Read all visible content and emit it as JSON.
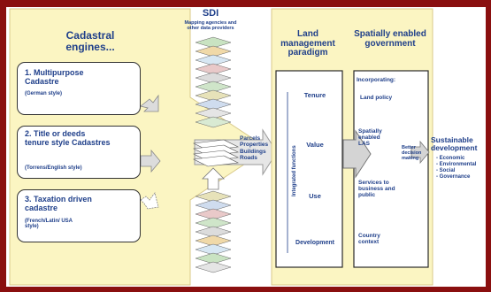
{
  "engines": {
    "title": "Cadastral engines...",
    "items": [
      {
        "title": "1. Multipurpose Cadastre",
        "subtitle": "(German style)"
      },
      {
        "title": "2. Title or deeds tenure style Cadastres",
        "subtitle": "(Torrens/English style)"
      },
      {
        "title": "3. Taxation driven cadastre",
        "subtitle": "(French/Latin/ USA style)"
      }
    ]
  },
  "sdi": {
    "title": "SDI",
    "subtitle": "Mapping agencies and other data providers"
  },
  "data_labels": [
    "Parcels",
    "Properties",
    "Buildings",
    "Roads"
  ],
  "land_management": {
    "title": "Land management paradigm",
    "functions_label": "Integrated functions",
    "items": [
      "Tenure",
      "Value",
      "Use",
      "Development"
    ]
  },
  "government": {
    "title": "Spatially enabled government",
    "items": [
      "Incorporating:",
      "Land policy",
      "Spatially enabled LAS",
      "Services to business and public",
      "Country context"
    ]
  },
  "decision": {
    "label": "Better decision making"
  },
  "sustainable": {
    "title": "Sustainable development",
    "items": [
      "- Economic",
      "- Environmental",
      "- Social",
      "- Governance"
    ]
  },
  "colors": {
    "frame": "#8a0f0f",
    "panel": "#fbf5c2",
    "text": "#1f3f8a",
    "arrow": "#d4d4d4"
  }
}
